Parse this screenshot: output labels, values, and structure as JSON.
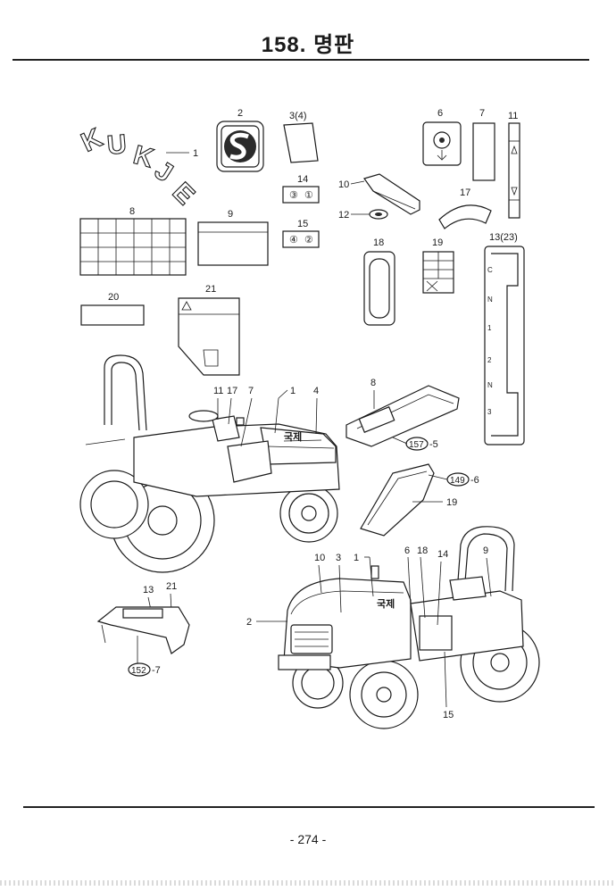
{
  "header": {
    "title": "158. 명판"
  },
  "footer": {
    "page_number": "- 274 -"
  },
  "decals": {
    "kukje_letters": [
      "K",
      "U",
      "K",
      "J",
      "E"
    ],
    "tractor_name": "국제",
    "panel_marks_14": [
      "③",
      "①"
    ],
    "panel_marks_15": [
      "④",
      "②"
    ],
    "shift_letters": [
      "C",
      "N",
      "1",
      "2",
      "N",
      "3"
    ]
  },
  "callouts": {
    "top": [
      "1",
      "2",
      "3(4)",
      "14",
      "15",
      "6",
      "7",
      "11",
      "10",
      "12",
      "17",
      "8",
      "9",
      "18",
      "19",
      "13(23)",
      "20",
      "21"
    ],
    "tractor_left": [
      "11",
      "17",
      "7",
      "1",
      "4"
    ],
    "hood_detail": [
      "8",
      "157",
      "-5"
    ],
    "fender_detail": [
      "149",
      "-6",
      "19"
    ],
    "tractor_right": [
      "10",
      "3",
      "1",
      "6",
      "18",
      "14",
      "9",
      "2",
      "15"
    ],
    "step_detail": [
      "13",
      "21",
      "152",
      "-7"
    ]
  }
}
